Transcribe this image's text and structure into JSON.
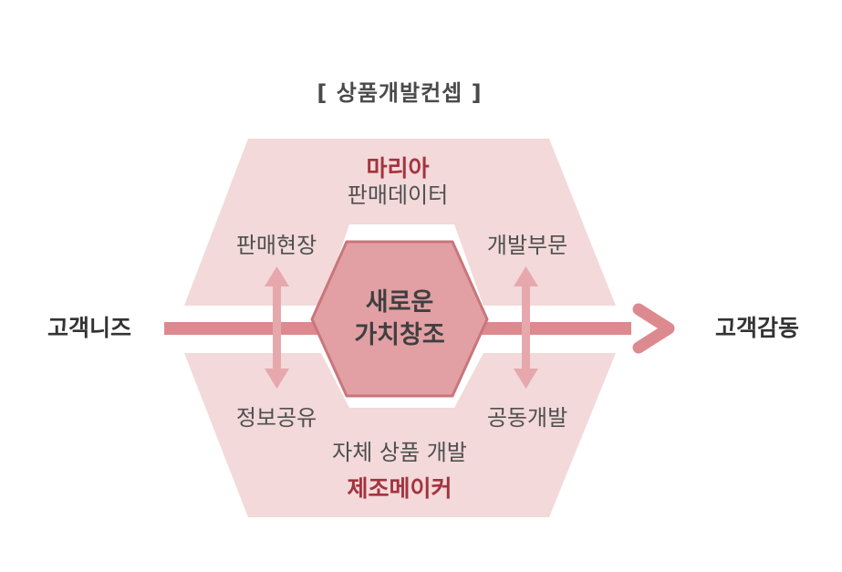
{
  "title": "[ 상품개발컨셉 ]",
  "top": {
    "brand": "마리아",
    "sub": "판매데이터"
  },
  "bottom": {
    "sub": "자체 상품 개발",
    "brand": "제조메이커"
  },
  "corners": {
    "top_left": "판매현장",
    "top_right": "개발부문",
    "bottom_left": "정보공유",
    "bottom_right": "공동개발"
  },
  "center": {
    "line1": "새로운",
    "line2": "가치창조"
  },
  "left_label": "고객니즈",
  "right_label": "고객감동",
  "colors": {
    "outer_fill": "#f3d9d9",
    "arrow": "#dc8a8f",
    "center_fill": "#e2a0a4",
    "center_stroke": "#c9767b",
    "brand_text": "#a3333e"
  }
}
